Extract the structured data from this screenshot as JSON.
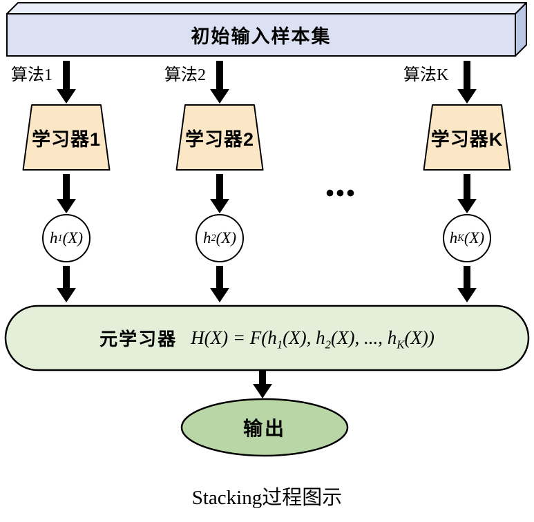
{
  "colors": {
    "box_front": "#DBE1F2",
    "box_top": "#EAEEF8",
    "box_side": "#B9C7E6",
    "trapezoid_fill": "#FBE7C5",
    "stadium_fill": "#E3EFD9",
    "ellipse_fill": "#B9D7A6",
    "circle_fill": "#FFFFFF",
    "outline": "#000000",
    "arrow": "#000000",
    "text": "#000000"
  },
  "dataset_box": {
    "label": "初始输入样本集"
  },
  "columns": [
    {
      "algorithm": "算法1",
      "learner": "学习器1",
      "hypothesis": {
        "base": "h",
        "sub": "1",
        "arg": "(X)"
      }
    },
    {
      "algorithm": "算法2",
      "learner": "学习器2",
      "hypothesis": {
        "base": "h",
        "sub": "2",
        "arg": "(X)"
      }
    },
    {
      "algorithm": "算法K",
      "learner": "学习器K",
      "hypothesis": {
        "base": "h",
        "sub": "K",
        "arg": "(X)"
      }
    }
  ],
  "ellipsis": "•••",
  "meta_learner": {
    "label": "元学习器",
    "formula": {
      "head": "H(X) = F(",
      "terms": [
        {
          "base": "h",
          "sub": "1",
          "after": "(X), "
        },
        {
          "base": "h",
          "sub": "2",
          "after": "(X), ..., "
        },
        {
          "base": "h",
          "sub": "K",
          "after": "(X)"
        }
      ],
      "tail": ")"
    }
  },
  "output": {
    "label": "输出"
  },
  "caption": "Stacking过程图示"
}
